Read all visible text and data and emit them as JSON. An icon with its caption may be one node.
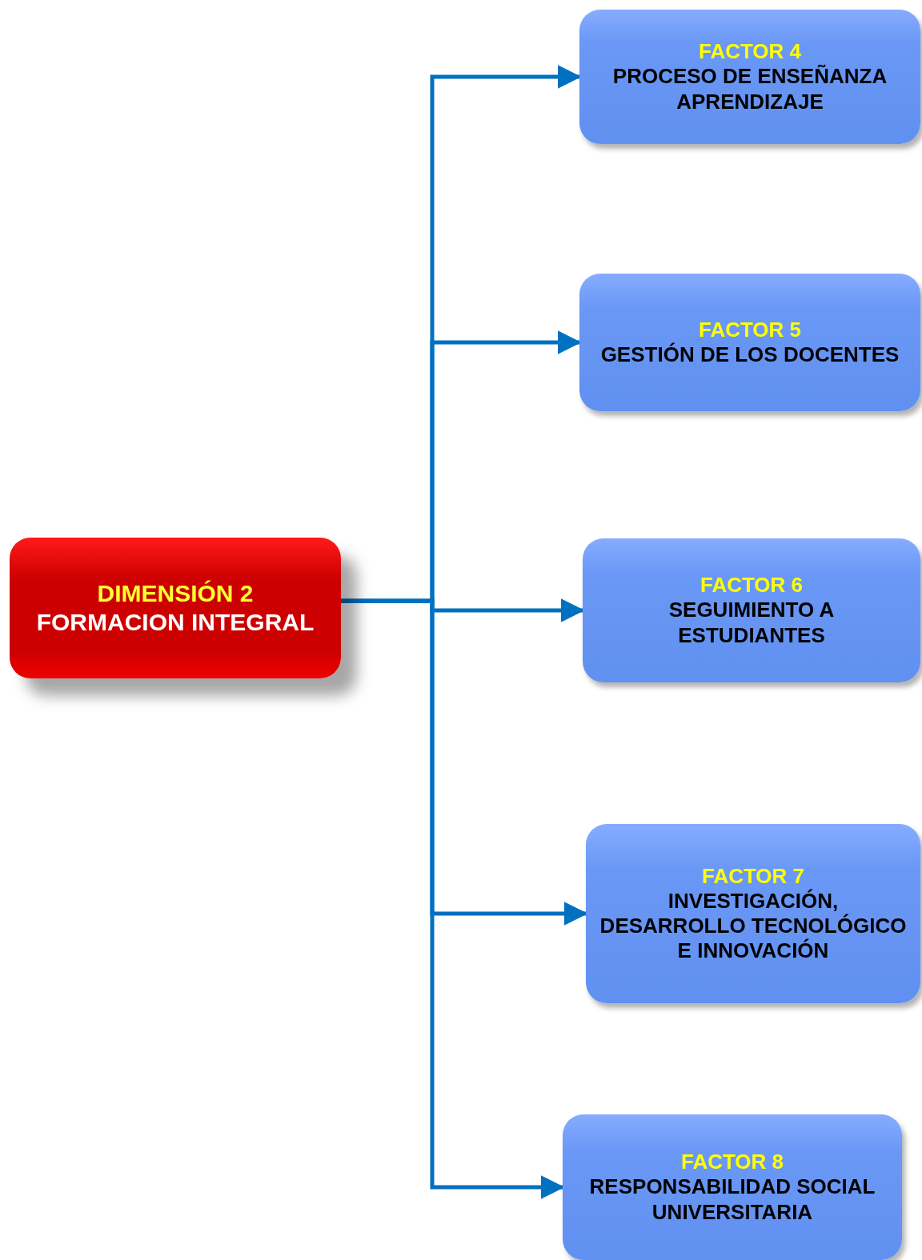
{
  "diagram": {
    "nodes": [
      {
        "text": [
          "DIMENSIÓN 2",
          "FORMACION INTEGRAL"
        ]
      },
      {
        "text": [
          "FACTOR 4",
          "PROCESO DE ENSEÑANZA APRENDIZAJE"
        ]
      },
      {
        "text": [
          "FACTOR 5",
          "GESTIÓN DE LOS DOCENTES"
        ]
      },
      {
        "text": [
          "FACTOR 6",
          "SEGUIMIENTO A ESTUDIANTES"
        ]
      },
      {
        "text": [
          "FACTOR 7",
          "INVESTIGACIÓN, DESARROLLO TECNOLÓGICO E INNOVACIÓN"
        ]
      },
      {
        "text": [
          "FACTOR 8",
          "RESPONSABILIDAD SOCIAL UNIVERSITARIA"
        ]
      }
    ],
    "edges": [
      {
        "from": 0,
        "to": 1,
        "arrow": "to"
      },
      {
        "from": 0,
        "to": 2,
        "arrow": "to"
      },
      {
        "from": 0,
        "to": 3,
        "arrow": "to"
      },
      {
        "from": 0,
        "to": 4,
        "arrow": "to"
      },
      {
        "from": 0,
        "to": 5,
        "arrow": "to"
      }
    ]
  }
}
